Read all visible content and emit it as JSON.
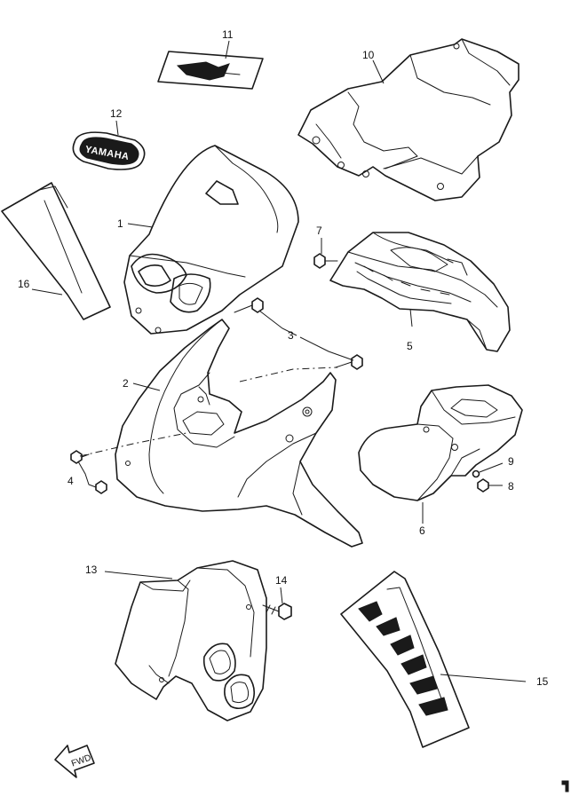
{
  "diagram": {
    "emblem_text": "YAMAHA",
    "fwd_label": "FWD",
    "callouts": {
      "c1": "1",
      "c2": "2",
      "c3": "3",
      "c4": "4",
      "c5": "5",
      "c6": "6",
      "c7": "7",
      "c8": "8",
      "c9": "9",
      "c10": "10",
      "c11": "11",
      "c12": "12",
      "c13": "13",
      "c14": "14",
      "c15": "15",
      "c16": "16"
    },
    "colors": {
      "line": "#1a1a1a",
      "background": "#ffffff"
    }
  }
}
